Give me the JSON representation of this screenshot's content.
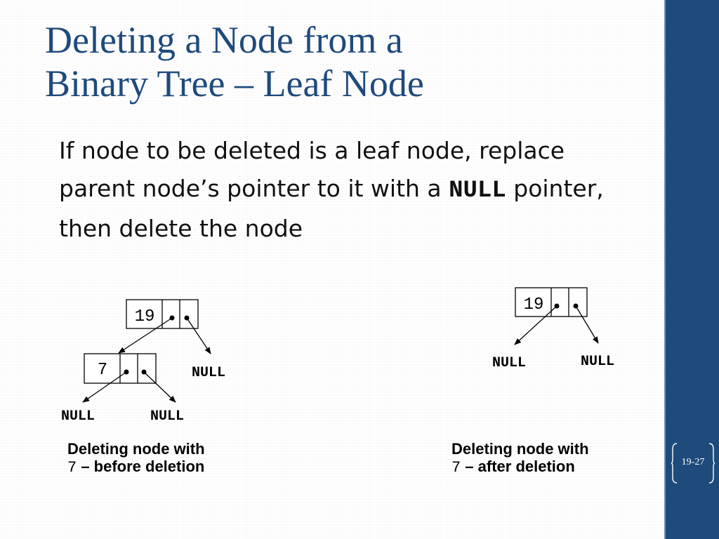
{
  "title": {
    "line1": "Deleting a Node from a",
    "line2": "Binary Tree – Leaf Node"
  },
  "body": {
    "part1": "If node to be deleted is a leaf node, replace parent node’s pointer to it with a ",
    "code": "NULL",
    "part2": " pointer, then delete the node"
  },
  "before_diagram": {
    "root_value": "19",
    "child_value": "7",
    "null_labels": [
      "NULL",
      "NULL",
      "NULL"
    ],
    "caption_line1": "Deleting node with",
    "caption_code": "7",
    "caption_rest": " – before deletion"
  },
  "after_diagram": {
    "root_value": "19",
    "null_labels": [
      "NULL",
      "NULL"
    ],
    "caption_line1": "Deleting node with",
    "caption_code": "7",
    "caption_rest": " – after deletion"
  },
  "page_number": "19-27",
  "colors": {
    "title": "#1f4a7c",
    "sidebar": "#1f4a7c"
  }
}
